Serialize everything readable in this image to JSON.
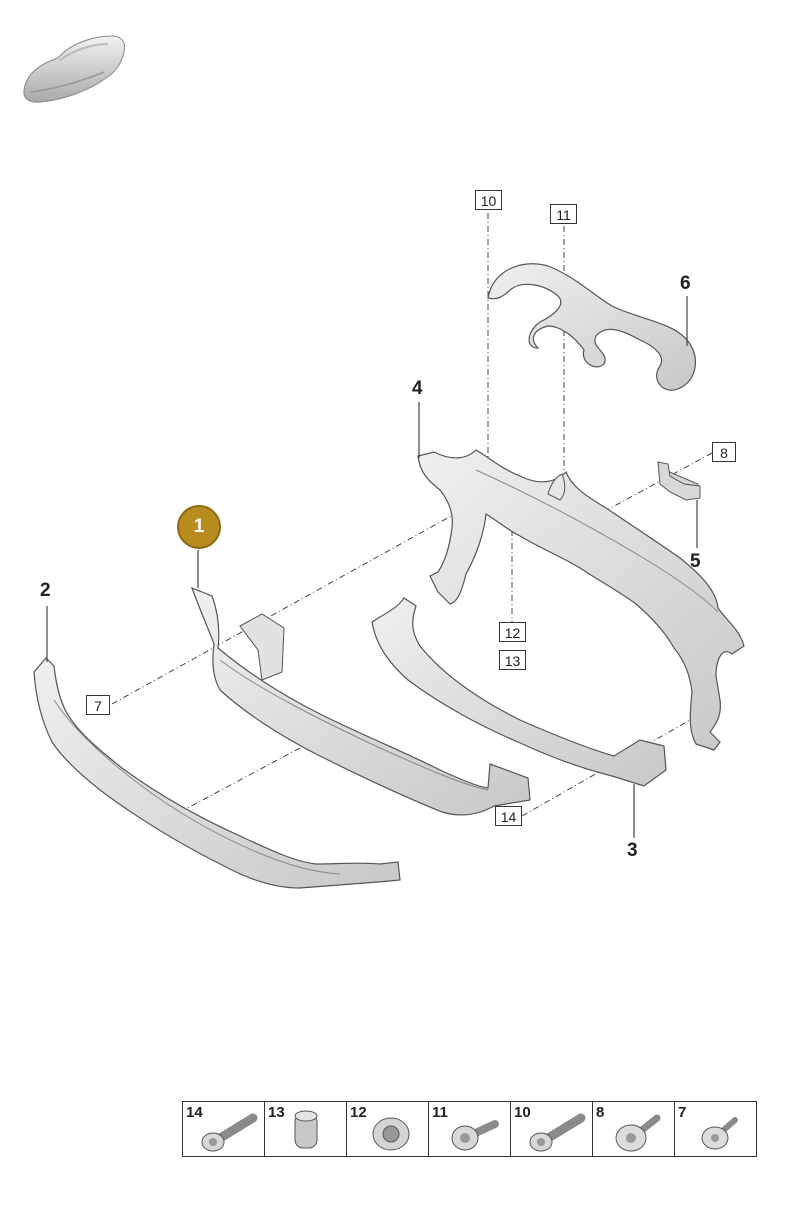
{
  "parts": {
    "selected": "1",
    "callouts": [
      "2",
      "3",
      "4",
      "5",
      "6"
    ],
    "boxed_refs": [
      "7",
      "8",
      "10",
      "11",
      "12",
      "13",
      "14"
    ]
  },
  "fasteners": [
    {
      "number": "14",
      "icon": "bolt-long-icon"
    },
    {
      "number": "13",
      "icon": "sleeve-icon"
    },
    {
      "number": "12",
      "icon": "grommet-icon"
    },
    {
      "number": "11",
      "icon": "bolt-washer-icon"
    },
    {
      "number": "10",
      "icon": "bolt-long-icon"
    },
    {
      "number": "8",
      "icon": "flange-screw-icon"
    },
    {
      "number": "7",
      "icon": "torx-screw-icon"
    }
  ],
  "colors": {
    "badge": "#b88c1e",
    "part_fill": "#dcdcdc",
    "part_stroke": "#555555"
  }
}
